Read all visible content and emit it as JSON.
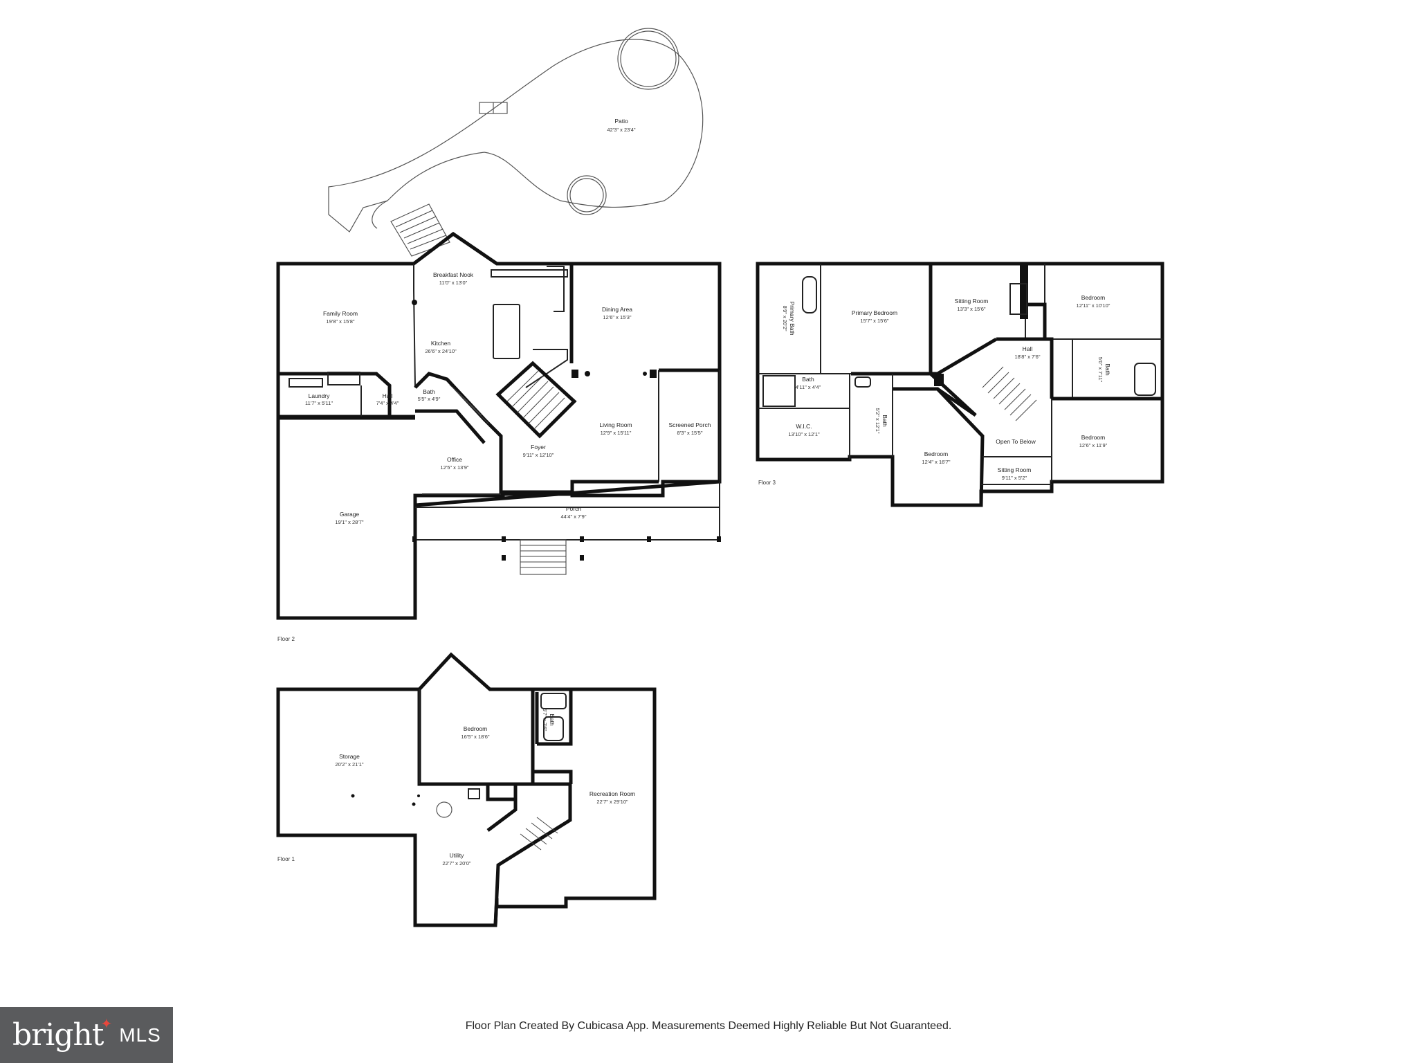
{
  "floors": {
    "floor1": "Floor 1",
    "floor2": "Floor 2",
    "floor3": "Floor 3"
  },
  "rooms": {
    "patio": {
      "name": "Patio",
      "dim": "42'3\" x 23'4\""
    },
    "breakfast_nook": {
      "name": "Breakfast Nook",
      "dim": "11'0\" x 13'0\""
    },
    "family_room": {
      "name": "Family Room",
      "dim": "19'8\" x 15'8\""
    },
    "kitchen": {
      "name": "Kitchen",
      "dim": "26'6\" x 24'10\""
    },
    "dining_area": {
      "name": "Dining Area",
      "dim": "12'6\" x 15'3\""
    },
    "laundry": {
      "name": "Laundry",
      "dim": "11'7\" x 5'11\""
    },
    "hall_f2": {
      "name": "Hall",
      "dim": "7'4\" x 4'4\""
    },
    "bath_f2": {
      "name": "Bath",
      "dim": "5'5\" x 4'9\""
    },
    "living_room": {
      "name": "Living Room",
      "dim": "12'9\" x 15'11\""
    },
    "screened_porch": {
      "name": "Screened Porch",
      "dim": "8'3\" x 15'5\""
    },
    "foyer": {
      "name": "Foyer",
      "dim": "9'11\" x 12'10\""
    },
    "office": {
      "name": "Office",
      "dim": "12'5\" x 13'9\""
    },
    "garage": {
      "name": "Garage",
      "dim": "19'1\" x 28'7\""
    },
    "porch": {
      "name": "Porch",
      "dim": "44'4\" x 7'9\""
    },
    "primary_bath": {
      "name": "Primary Bath",
      "dim": "8'9\" x 20'2\""
    },
    "primary_bedroom": {
      "name": "Primary Bedroom",
      "dim": "15'7\" x 15'6\""
    },
    "sitting_room_upper": {
      "name": "Sitting Room",
      "dim": "13'3\" x 15'6\""
    },
    "bedroom_ne": {
      "name": "Bedroom",
      "dim": "12'11\" x 10'10\""
    },
    "hall_f3": {
      "name": "Hall",
      "dim": "18'8\" x 7'6\""
    },
    "bath_f3_right": {
      "name": "Bath",
      "dim": "5'0\" x 7'11\""
    },
    "bath_f3_small": {
      "name": "Bath",
      "dim": "4'11\" x 4'4\""
    },
    "wic": {
      "name": "W.I.C.",
      "dim": "13'10\" x 12'1\""
    },
    "bath_f3_mid": {
      "name": "Bath",
      "dim": "5'2\" x 12'1\""
    },
    "bedroom_mid": {
      "name": "Bedroom",
      "dim": "12'4\" x 16'7\""
    },
    "open_to_below": {
      "name": "Open To Below",
      "dim": ""
    },
    "sitting_room_small": {
      "name": "Sitting Room",
      "dim": "9'11\" x 5'2\""
    },
    "bedroom_se": {
      "name": "Bedroom",
      "dim": "12'6\" x 11'9\""
    },
    "storage": {
      "name": "Storage",
      "dim": "20'2\" x 21'1\""
    },
    "bedroom_f1": {
      "name": "Bedroom",
      "dim": "16'5\" x 18'6\""
    },
    "bath_f1": {
      "name": "Bath",
      "dim": "5'7\" x 7'6\""
    },
    "recreation_room": {
      "name": "Recreation Room",
      "dim": "22'7\" x 29'10\""
    },
    "utility": {
      "name": "Utility",
      "dim": "22'7\" x 20'0\""
    }
  },
  "disclaimer": "Floor Plan Created By Cubicasa App. Measurements Deemed Highly Reliable But Not Guaranteed.",
  "logo": {
    "brand": "bright",
    "suffix": "MLS"
  },
  "colors": {
    "walls": "#111111",
    "logo_bg": "#5a5b5d",
    "logo_accent": "#e8473c"
  }
}
